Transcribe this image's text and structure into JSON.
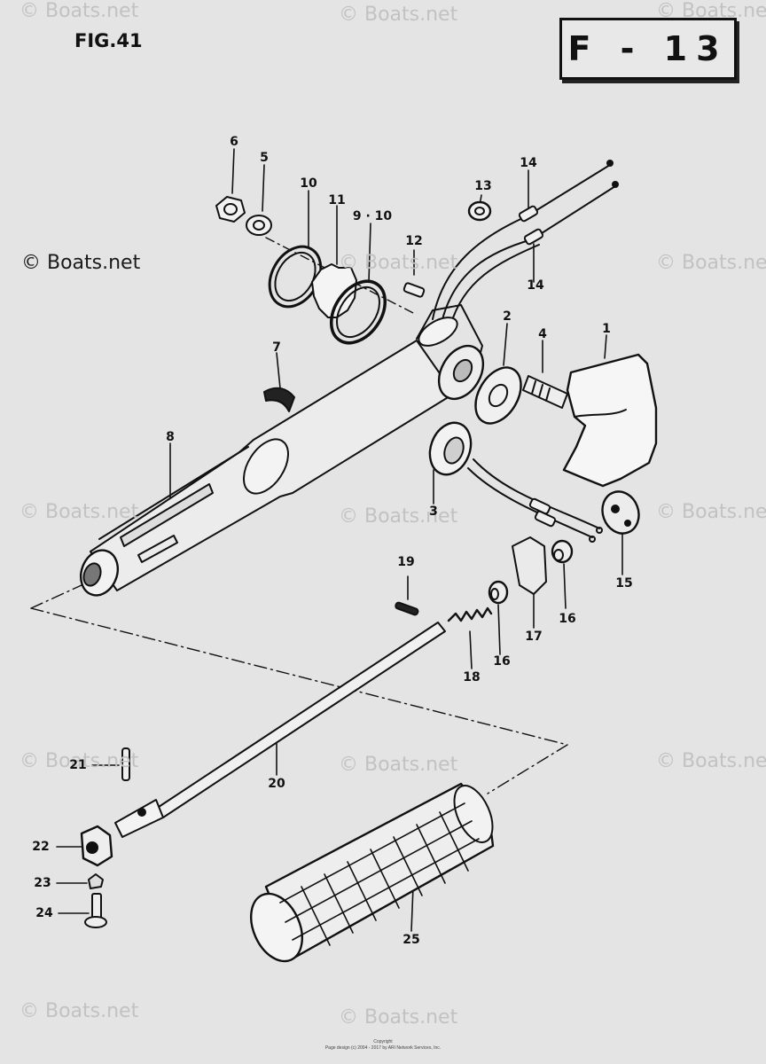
{
  "figure": {
    "number": "FIG.41",
    "page": "F - 13"
  },
  "watermarks": [
    {
      "text": "© Boats.net",
      "dark": false
    },
    {
      "text": "© Boats.net",
      "dark": false
    },
    {
      "text": "© Boats.net",
      "dark": false
    },
    {
      "text": "© Boats.net",
      "dark": true
    },
    {
      "text": "© Boats.net",
      "dark": false
    },
    {
      "text": "© Boats.net",
      "dark": false
    },
    {
      "text": "© Boats.net",
      "dark": false
    },
    {
      "text": "© Boats.net",
      "dark": false
    },
    {
      "text": "© Boats.net",
      "dark": false
    },
    {
      "text": "© Boats.net",
      "dark": false
    },
    {
      "text": "© Boats.net",
      "dark": false
    },
    {
      "text": "© Boats.net",
      "dark": false
    },
    {
      "text": "© Boats.net",
      "dark": false
    },
    {
      "text": "© Boats.net",
      "dark": false
    }
  ],
  "callouts": [
    "1",
    "2",
    "3",
    "4",
    "5",
    "6",
    "7",
    "8",
    "9 · 10",
    "10",
    "11",
    "12",
    "13",
    "14",
    "14",
    "15",
    "16",
    "16",
    "17",
    "18",
    "19",
    "20",
    "21",
    "22",
    "23",
    "24",
    "25"
  ],
  "footer": {
    "line1": "Copyright",
    "line2": "Page design (c) 2004 - 2017 by ARI Network Services, Inc."
  }
}
